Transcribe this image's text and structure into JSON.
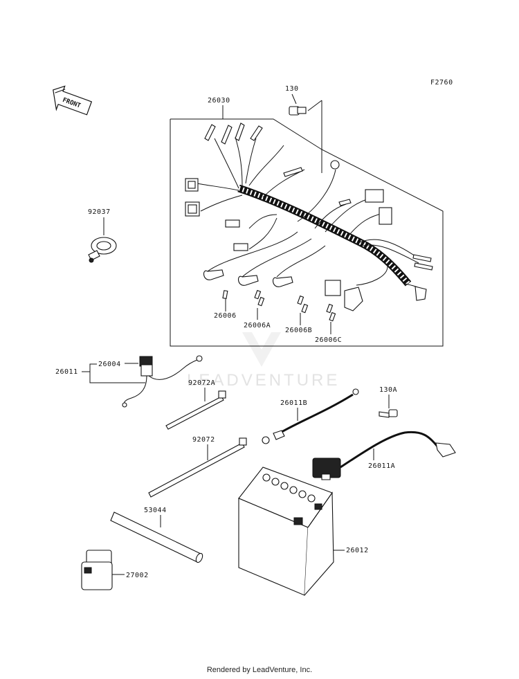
{
  "diagram": {
    "figure_code": "F2760",
    "front_label": "FRONT",
    "watermark_text": "LEADVENTURE",
    "footer_text": "Rendered by LeadVenture, Inc.",
    "labels": {
      "p130": "130",
      "p26030": "26030",
      "p92037": "92037",
      "p26006": "26006",
      "p26006A": "26006A",
      "p26006B": "26006B",
      "p26006C": "26006C",
      "p26011": "26011",
      "p26004": "26004",
      "p92072A": "92072A",
      "p130A": "130A",
      "p26011B": "26011B",
      "p92072": "92072",
      "p26011A": "26011A",
      "p53044": "53044",
      "p26012": "26012",
      "p27002": "27002"
    }
  }
}
